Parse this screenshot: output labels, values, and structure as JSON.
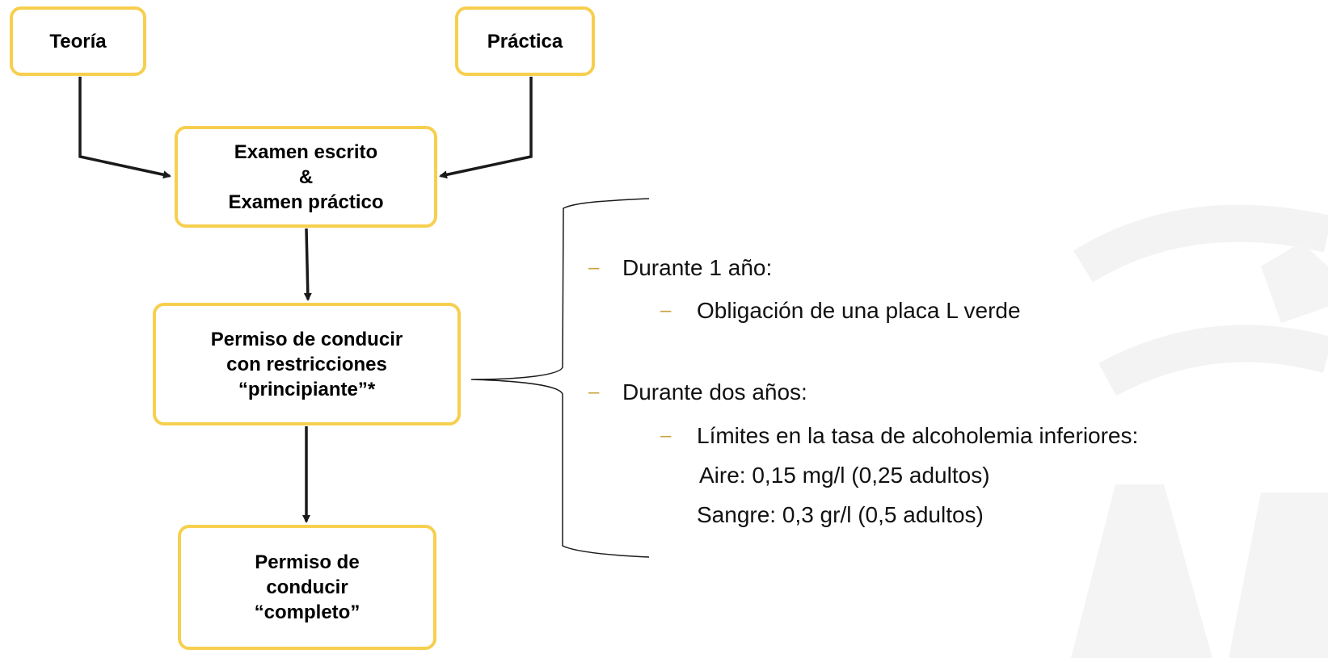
{
  "flowchart": {
    "nodes": {
      "teoria": "Teoría",
      "practica": "Práctica",
      "examen": "Examen escrito\n&\nExamen práctico",
      "permiso_restricciones": "Permiso de conducir\ncon restricciones\n“principiante”*",
      "permiso_completo": "Permiso de\nconducir\n“completo”"
    },
    "edges": [
      {
        "from": "teoria",
        "to": "examen"
      },
      {
        "from": "practica",
        "to": "examen"
      },
      {
        "from": "examen",
        "to": "permiso_restricciones"
      },
      {
        "from": "permiso_restricciones",
        "to": "permiso_completo"
      }
    ],
    "colors": {
      "box_border": "#f7cf4f",
      "bullet_dash": "#c8a23c",
      "arrow": "#1a1a1a"
    }
  },
  "restrictions": {
    "bullet_symbol": "–",
    "items": [
      {
        "level": 1,
        "text": "Durante 1 año:"
      },
      {
        "level": 2,
        "text": "Obligación de una placa L verde"
      },
      {
        "level": 1,
        "text": "Durante dos años:"
      },
      {
        "level": 2,
        "text": "Límites en la tasa de alcoholemia inferiores:"
      },
      {
        "level": 3,
        "text": "Aire: 0,15 mg/l (0,25 adultos)"
      },
      {
        "level": 3,
        "text": "Sangre: 0,3 gr/l (0,5 adultos)"
      }
    ]
  }
}
